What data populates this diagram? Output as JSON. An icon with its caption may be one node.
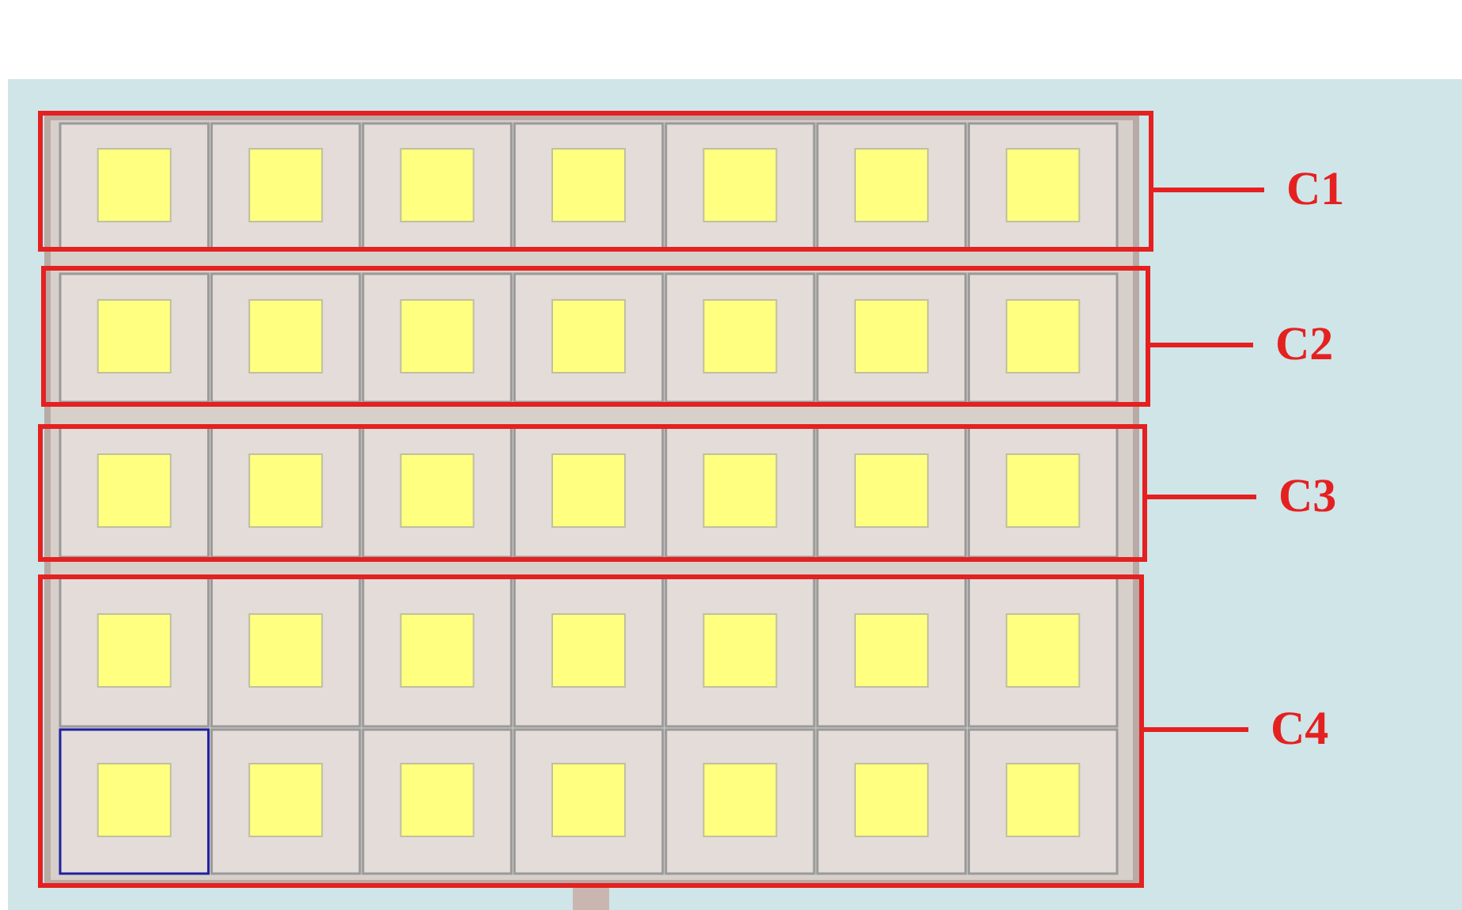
{
  "diagram": {
    "nodes": [
      {
        "text": [],
        "shape": "box"
      },
      {
        "text": [
          "C1"
        ]
      },
      {
        "text": [],
        "shape": "box"
      },
      {
        "text": [
          "C2"
        ]
      },
      {
        "text": [],
        "shape": "box"
      },
      {
        "text": [
          "C3"
        ]
      },
      {
        "text": [],
        "shape": "box"
      },
      {
        "text": [
          "C4"
        ]
      }
    ],
    "edges": [
      {
        "from": 1,
        "to": 0,
        "arrow": "none"
      },
      {
        "from": 3,
        "to": 2,
        "arrow": "none"
      },
      {
        "from": 5,
        "to": 4,
        "arrow": "none"
      },
      {
        "from": 7,
        "to": 6,
        "arrow": "none"
      }
    ]
  }
}
